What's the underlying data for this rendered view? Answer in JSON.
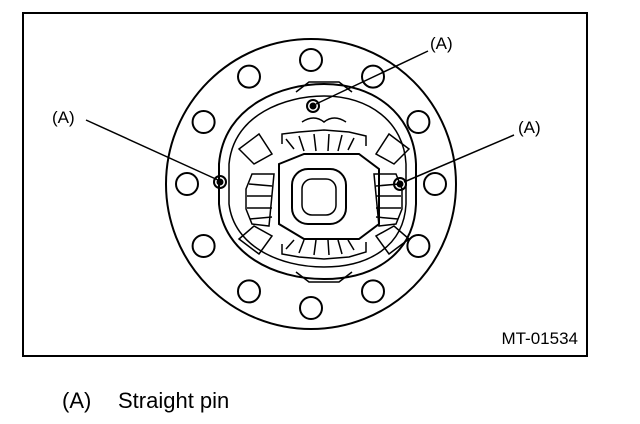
{
  "callouts": {
    "top": "(A)",
    "left": "(A)",
    "right": "(A)"
  },
  "figure_code": "MT-01534",
  "legend": {
    "key": "(A)",
    "text": "Straight pin"
  }
}
